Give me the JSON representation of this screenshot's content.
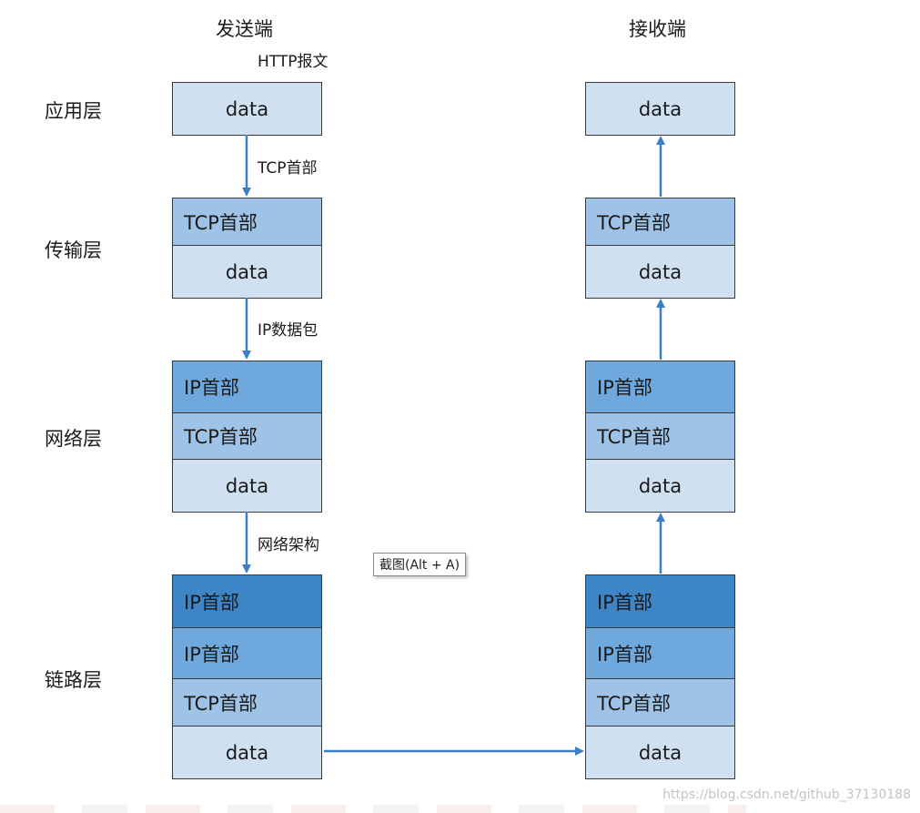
{
  "headers": {
    "sender": "发送端",
    "receiver": "接收端"
  },
  "layers": {
    "app": "应用层",
    "transport": "传输层",
    "network": "网络层",
    "link": "链路层"
  },
  "edge_labels": {
    "http": "HTTP报文",
    "tcp": "TCP首部",
    "ip": "IP数据包",
    "net": "网络架构"
  },
  "cells": {
    "data": "data",
    "tcp": "TCP首部",
    "ip": "IP首部"
  },
  "tooltip": "截图(Alt + A)",
  "watermark": "https://blog.csdn.net/github_37130188",
  "colors": {
    "data": "#cfe0f1",
    "tcp": "#9fc3e7",
    "ip_outer": "#6fa8dc",
    "ip_link": "#3d85c6",
    "arrow": "#3b7fc4"
  }
}
